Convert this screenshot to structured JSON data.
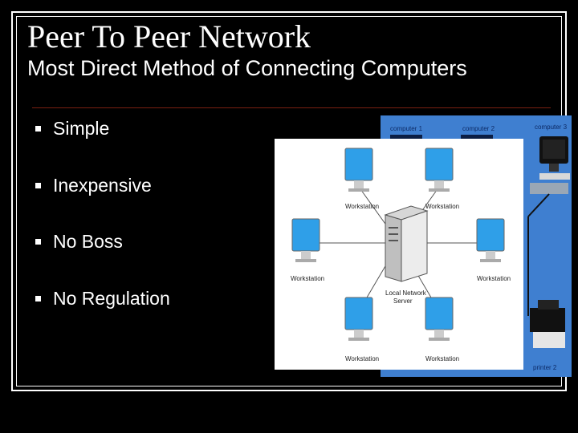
{
  "slide": {
    "title": "Peer To Peer Network",
    "subtitle": "Most Direct Method of Connecting Computers"
  },
  "bullets": [
    {
      "text": "Simple"
    },
    {
      "text": "Inexpensive"
    },
    {
      "text": "No Boss"
    },
    {
      "text": "No Regulation"
    }
  ],
  "diagram_back": {
    "labels": [
      "computer 1",
      "computer 2",
      "computer 3",
      "printer 2"
    ],
    "accent_color": "#3f7fd0"
  },
  "diagram_front": {
    "server_label_line1": "Local Network",
    "server_label_line2": "Server",
    "workstation_label": "Workstation"
  },
  "colors": {
    "background": "#000000",
    "text": "#ffffff",
    "rule": "#7a1f12",
    "screen": "#2f9fe8"
  }
}
